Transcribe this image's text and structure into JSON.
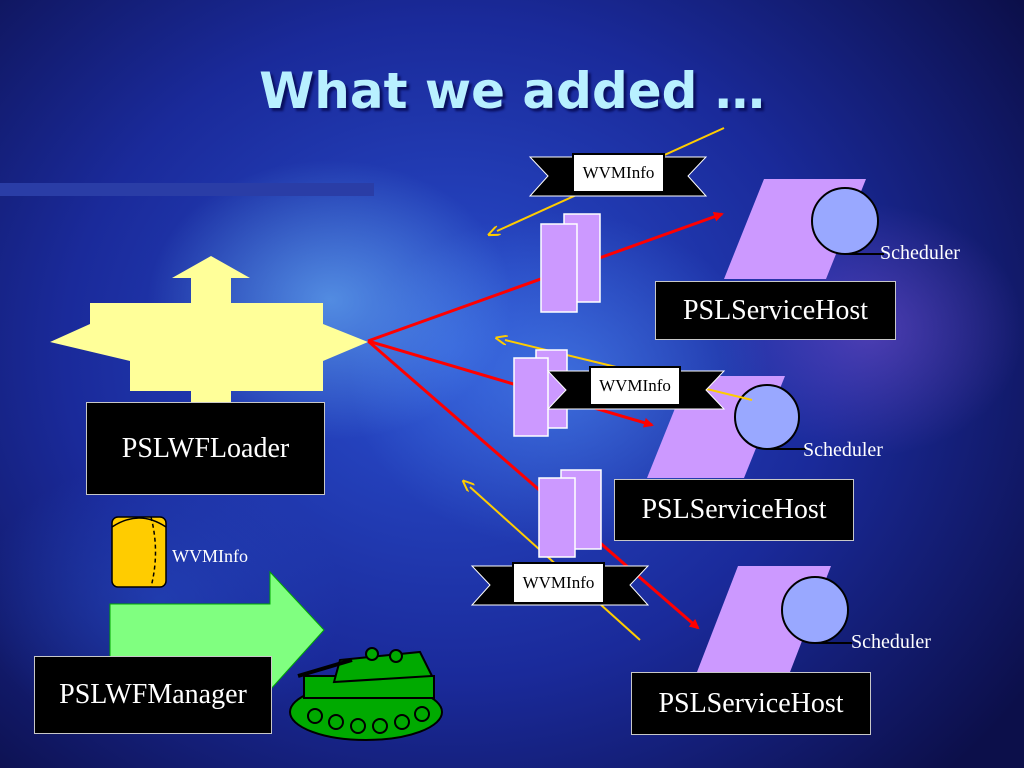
{
  "slide": {
    "title": "What we added …"
  },
  "loader": {
    "label": "PSLWFLoader"
  },
  "manager": {
    "label": "PSLWFManager"
  },
  "database": {
    "label": "WVMInfo"
  },
  "hosts": [
    {
      "label": "PSLServiceHost",
      "scheduler_label": "Scheduler",
      "banner_label": "WVMInfo"
    },
    {
      "label": "PSLServiceHost",
      "scheduler_label": "Scheduler",
      "banner_label": "WVMInfo"
    },
    {
      "label": "PSLServiceHost",
      "scheduler_label": "Scheduler",
      "banner_label": "WVMInfo"
    }
  ],
  "colors": {
    "background": "#1a2a9a",
    "title": "#b8f0ff",
    "loader_arrow": "#ffff99",
    "manager_arrow": "#80ff80",
    "host_parallelogram": "#cc99ff",
    "scheduler": "#99a8ff",
    "red_arrow": "#ff0000",
    "yellow_line": "#ffcc00",
    "database": "#ffcc00",
    "tank": "#00aa00"
  }
}
